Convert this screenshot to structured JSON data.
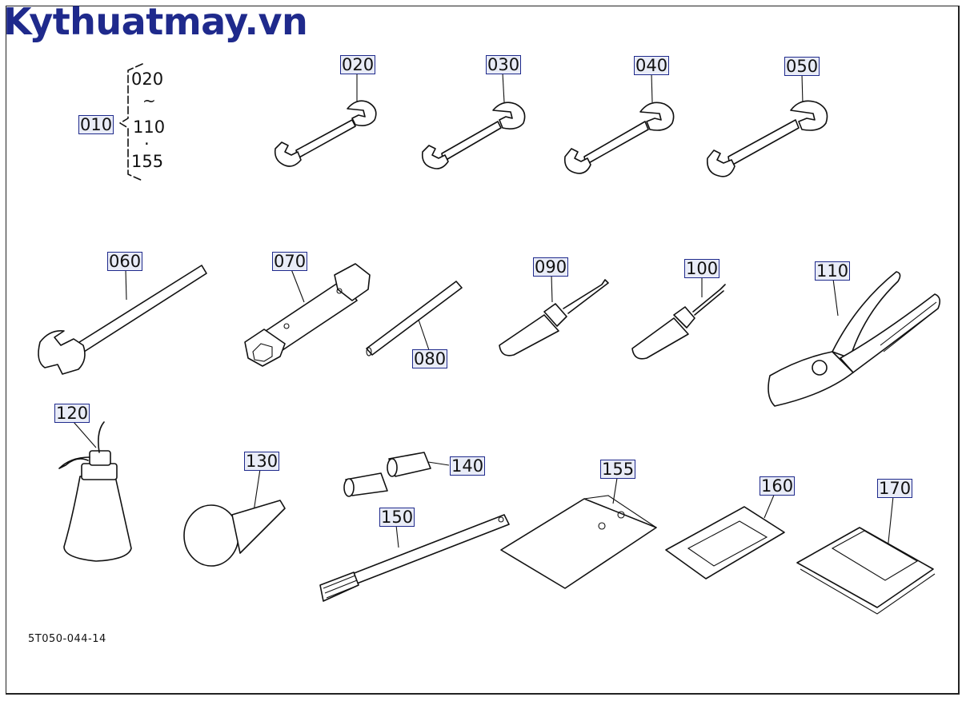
{
  "watermark": "Kythuatmay.vn",
  "drawing_code": "5T050-044-14",
  "group": {
    "main": "010",
    "range_start": "020",
    "tilde": "~",
    "range_end": "110",
    "dot": "·",
    "extra": "155"
  },
  "parts": [
    {
      "id": "020",
      "name": "wrench-020"
    },
    {
      "id": "030",
      "name": "wrench-030"
    },
    {
      "id": "040",
      "name": "wrench-040"
    },
    {
      "id": "050",
      "name": "wrench-050"
    },
    {
      "id": "060",
      "name": "long-spanner-060"
    },
    {
      "id": "070",
      "name": "box-wrench-070"
    },
    {
      "id": "080",
      "name": "tommy-bar-080"
    },
    {
      "id": "090",
      "name": "flat-screwdriver-090"
    },
    {
      "id": "100",
      "name": "phillips-screwdriver-100"
    },
    {
      "id": "110",
      "name": "pliers-110"
    },
    {
      "id": "120",
      "name": "oil-can-120"
    },
    {
      "id": "130",
      "name": "funnel-130"
    },
    {
      "id": "140",
      "name": "tubes-140"
    },
    {
      "id": "150",
      "name": "brush-150"
    },
    {
      "id": "155",
      "name": "bag-155"
    },
    {
      "id": "160",
      "name": "pouch-160"
    },
    {
      "id": "170",
      "name": "manual-170"
    }
  ]
}
